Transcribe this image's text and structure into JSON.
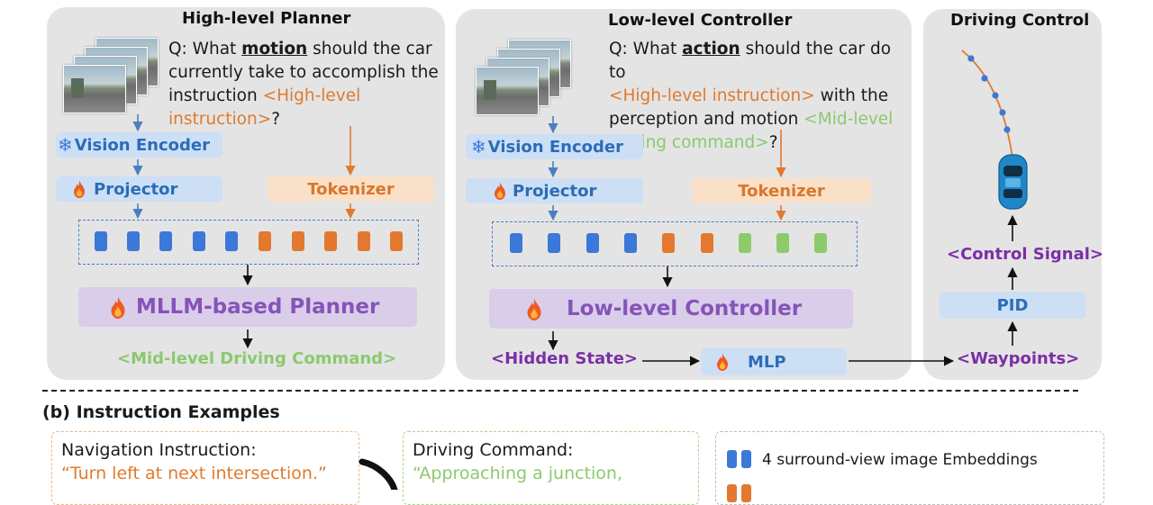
{
  "planner": {
    "title": "High-level Planner",
    "question": {
      "prefix": "Q: What ",
      "keyword": "motion",
      "line1_rest": " should the car",
      "line2": "currently take to accomplish the",
      "line3_start": "instruction ",
      "instruction_part1": "<High-level",
      "instruction_part2": "instruction>",
      "end": "?"
    },
    "vision_encoder": "Vision Encoder",
    "projector": "Projector",
    "tokenizer": "Tokenizer",
    "mllm": "MLLM-based Planner",
    "output": "<Mid-level Driving Command>"
  },
  "controller": {
    "title": "Low-level Controller",
    "question": {
      "prefix": "Q: What ",
      "keyword": "action",
      "line1_rest": " should the car do to",
      "instruction": "<High-level instruction>",
      "line2_rest": " with the",
      "line3_start": "perception and motion ",
      "command_part1": "<Mid-level",
      "command_part2": "driving command>",
      "end": "?"
    },
    "vision_encoder": "Vision Encoder",
    "projector": "Projector",
    "tokenizer": "Tokenizer",
    "controller_box": "Low-level Controller",
    "hidden_state": "<Hidden State>",
    "mlp": "MLP"
  },
  "driving": {
    "title": "Driving Control",
    "control_signal": "<Control Signal>",
    "pid": "PID",
    "waypoints": "<Waypoints>"
  },
  "examples": {
    "title": "(b) Instruction Examples",
    "nav_label": "Navigation Instruction:",
    "nav_text": "“Turn left at next intersection.”",
    "cmd_label": "Driving Command:",
    "cmd_text": "“Approaching a junction,",
    "legend_embeddings": "4 surround-view image Embeddings"
  },
  "colors": {
    "blue": "#3b78d8",
    "orange": "#e2792f",
    "green": "#8ccb69",
    "purple": "#7a2fa6"
  }
}
